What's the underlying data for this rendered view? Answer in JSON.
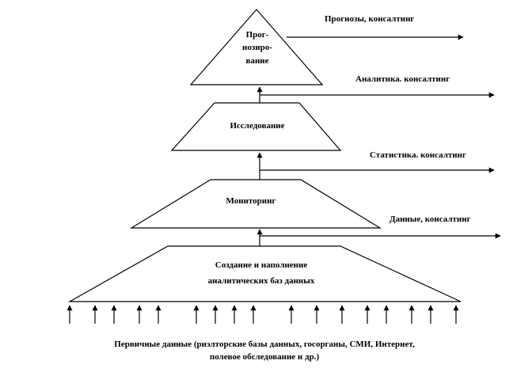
{
  "levels": [
    {
      "lines": [
        "Прог-",
        "нозиро-",
        "вание"
      ]
    },
    {
      "lines": [
        "Исследование"
      ]
    },
    {
      "lines": [
        "Мониторинг"
      ]
    },
    {
      "lines": [
        "Создание и наполнение",
        "аналитических баз данных"
      ]
    }
  ],
  "outputs": [
    "Прогнозы, консалтинг",
    "Аналитика. консалтинг",
    "Статистика. консалтинг",
    "Данные, консалтинг"
  ],
  "footer": {
    "line1": "Первичные данные (риэлторские базы данных, госорганы, СМИ, Интернет,",
    "line2": "полевое обследование  и др.)"
  }
}
